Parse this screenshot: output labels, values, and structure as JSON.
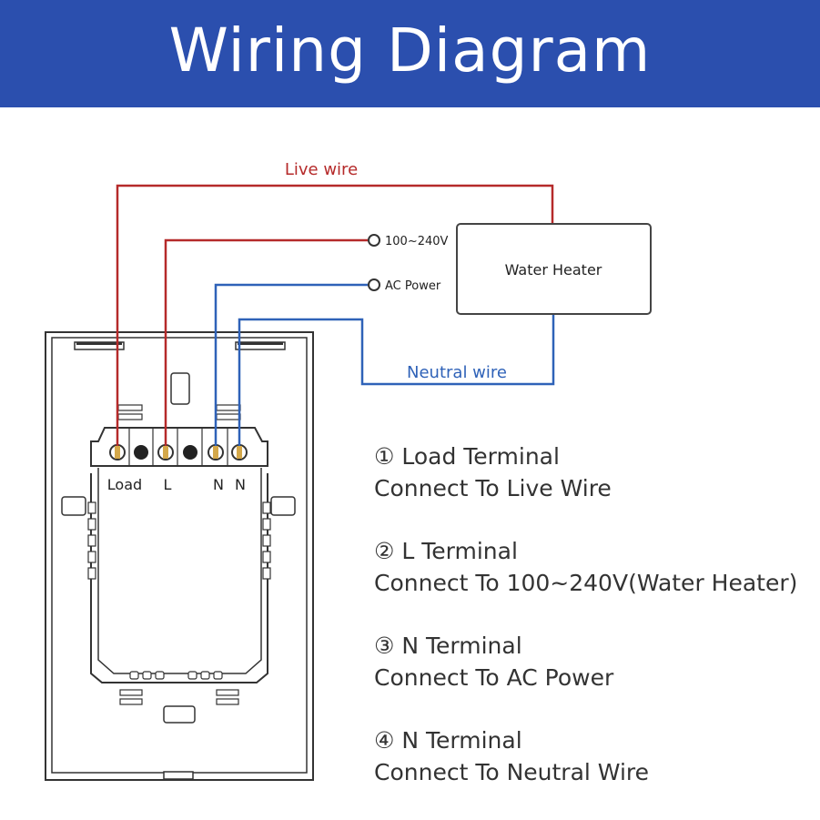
{
  "header": {
    "title": "Wiring Diagram",
    "color": "#2b4fae"
  },
  "wires": {
    "live_label": "Live wire",
    "neutral_label": "Neutral wire",
    "live_color": "#b52a2a",
    "neutral_color": "#2f62b8"
  },
  "sources": {
    "voltage_label": "100~240V",
    "ac_power_label": "AC Power"
  },
  "device": {
    "label": "Water Heater"
  },
  "switch": {
    "terminals": [
      "Load",
      "L",
      "N",
      "N"
    ]
  },
  "notes": [
    {
      "title": "① Load Terminal",
      "desc": "Connect To Live Wire"
    },
    {
      "title": "② L Terminal",
      "desc": "Connect To 100~240V(Water Heater)"
    },
    {
      "title": "③ N Terminal",
      "desc": "Connect To AC Power"
    },
    {
      "title": "④ N Terminal",
      "desc": "Connect To Neutral Wire"
    }
  ]
}
